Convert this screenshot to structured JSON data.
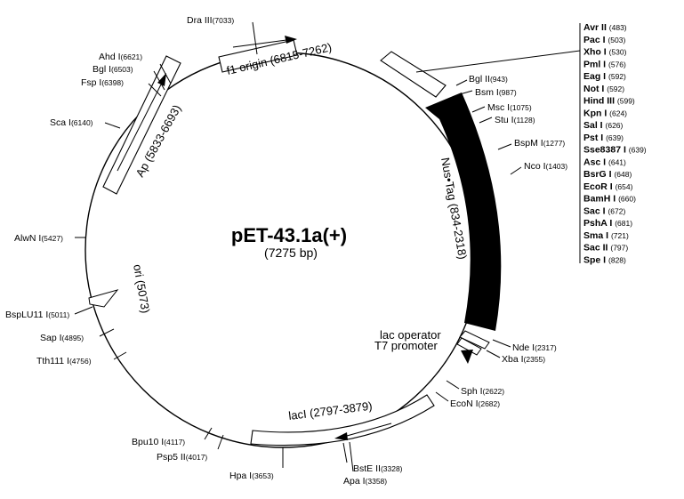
{
  "plasmid": {
    "name": "pET-43.1a(+)",
    "size": "(7275 bp)"
  },
  "features": {
    "f1": "f1 origin (6815-7262)",
    "ap": "Ap (5833-6693)",
    "nus": "Nus•Tag (834-2318)",
    "lac_operator": "lac operator",
    "t7_promoter": "T7 promoter",
    "laci": "lacI (2797-3879)",
    "ori": "ori (5073)"
  },
  "sites": [
    {
      "name": "Dra III",
      "pos": "(7033)"
    },
    {
      "name": "Ahd I",
      "pos": "(6621)"
    },
    {
      "name": "Bgl I",
      "pos": "(6503)"
    },
    {
      "name": "Fsp I",
      "pos": "(6398)"
    },
    {
      "name": "Sca I",
      "pos": "(6140)"
    },
    {
      "name": "AlwN I",
      "pos": "(5427)"
    },
    {
      "name": "BspLU11 I",
      "pos": "(5011)"
    },
    {
      "name": "Sap I",
      "pos": "(4895)"
    },
    {
      "name": "Tth111 I",
      "pos": "(4756)"
    },
    {
      "name": "Bpu10 I",
      "pos": "(4117)"
    },
    {
      "name": "Psp5 II",
      "pos": "(4017)"
    },
    {
      "name": "Hpa I",
      "pos": "(3653)"
    },
    {
      "name": "BstE II",
      "pos": "(3328)"
    },
    {
      "name": "Apa I",
      "pos": "(3358)"
    },
    {
      "name": "Bgl II",
      "pos": "(943)"
    },
    {
      "name": "Bsm I",
      "pos": "(987)"
    },
    {
      "name": "Msc I",
      "pos": "(1075)"
    },
    {
      "name": "Stu I",
      "pos": "(1128)"
    },
    {
      "name": "BspM I",
      "pos": "(1277)"
    },
    {
      "name": "Nco I",
      "pos": "(1403)"
    },
    {
      "name": "Nde I",
      "pos": "(2317)"
    },
    {
      "name": "Xba I",
      "pos": "(2355)"
    },
    {
      "name": "Sph I",
      "pos": "(2622)"
    },
    {
      "name": "EcoN I",
      "pos": "(2682)"
    }
  ],
  "mcs": [
    {
      "name": "Avr II",
      "pos": "(483)"
    },
    {
      "name": "Pac I",
      "pos": "(503)"
    },
    {
      "name": "Xho I",
      "pos": "(530)"
    },
    {
      "name": "Pml I",
      "pos": "(576)"
    },
    {
      "name": "Eag I",
      "pos": "(592)"
    },
    {
      "name": "Not I",
      "pos": "(592)"
    },
    {
      "name": "Hind III",
      "pos": "(599)"
    },
    {
      "name": "Kpn I",
      "pos": "(624)"
    },
    {
      "name": "Sal I",
      "pos": "(626)"
    },
    {
      "name": "Pst I",
      "pos": "(639)"
    },
    {
      "name": "Sse8387 I",
      "pos": "(639)"
    },
    {
      "name": "Asc I",
      "pos": "(641)"
    },
    {
      "name": "BsrG I",
      "pos": "(648)"
    },
    {
      "name": "EcoR I",
      "pos": "(654)"
    },
    {
      "name": "BamH I",
      "pos": "(660)"
    },
    {
      "name": "Sac I",
      "pos": "(672)"
    },
    {
      "name": "PshA I",
      "pos": "(681)"
    },
    {
      "name": "Sma I",
      "pos": "(721)"
    },
    {
      "name": "Sac II",
      "pos": "(797)"
    },
    {
      "name": "Spe I",
      "pos": "(828)"
    }
  ]
}
